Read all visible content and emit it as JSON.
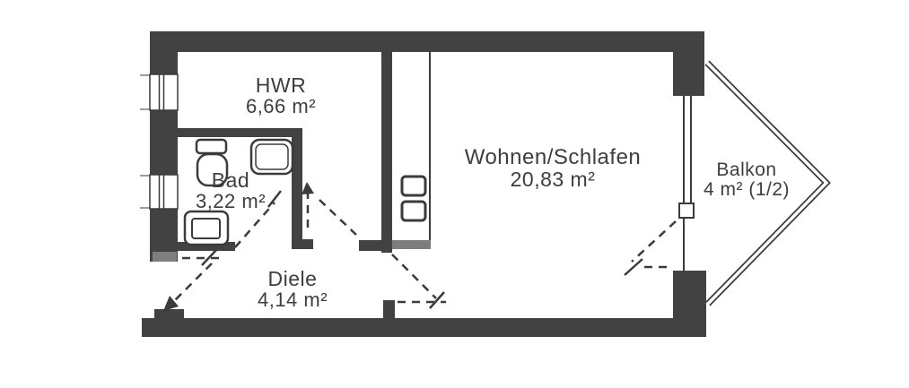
{
  "rooms": [
    {
      "name": "HWR",
      "area": "6,66 m²"
    },
    {
      "name": "Bad",
      "area": "3,22 m²"
    },
    {
      "name": "Diele",
      "area": "4,14 m²"
    },
    {
      "name": "Wohnen/Schlafen",
      "area": "20,83 m²"
    },
    {
      "name": "Balkon",
      "area": "4 m² (1/2)"
    }
  ],
  "colors": {
    "wall": "#424242",
    "wall_light": "#7e7e7e",
    "line": "#3b3b3b",
    "text": "#3e3e3e",
    "background": "#ffffff"
  }
}
